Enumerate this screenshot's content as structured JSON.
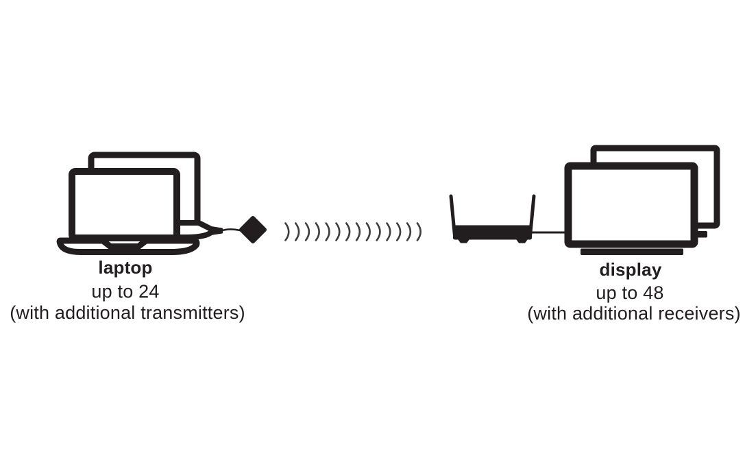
{
  "canvas": {
    "background": "#ffffff",
    "ink": "#221e1f",
    "signal_color": "#3e3e3e"
  },
  "left_group": {
    "icon": "laptop-stack-icon",
    "dongle_icon": "transmitter-dongle-icon",
    "label": "laptop",
    "count_line": "up to 24",
    "note_line": "(with additional transmitters)"
  },
  "signal": {
    "icon": "wireless-signal-icon",
    "arc_count": 14
  },
  "right_group": {
    "receiver_icon": "receiver-box-icon",
    "icon": "display-stack-icon",
    "label": "display",
    "count_line": "up to 48",
    "note_line": "(with additional receivers)"
  }
}
